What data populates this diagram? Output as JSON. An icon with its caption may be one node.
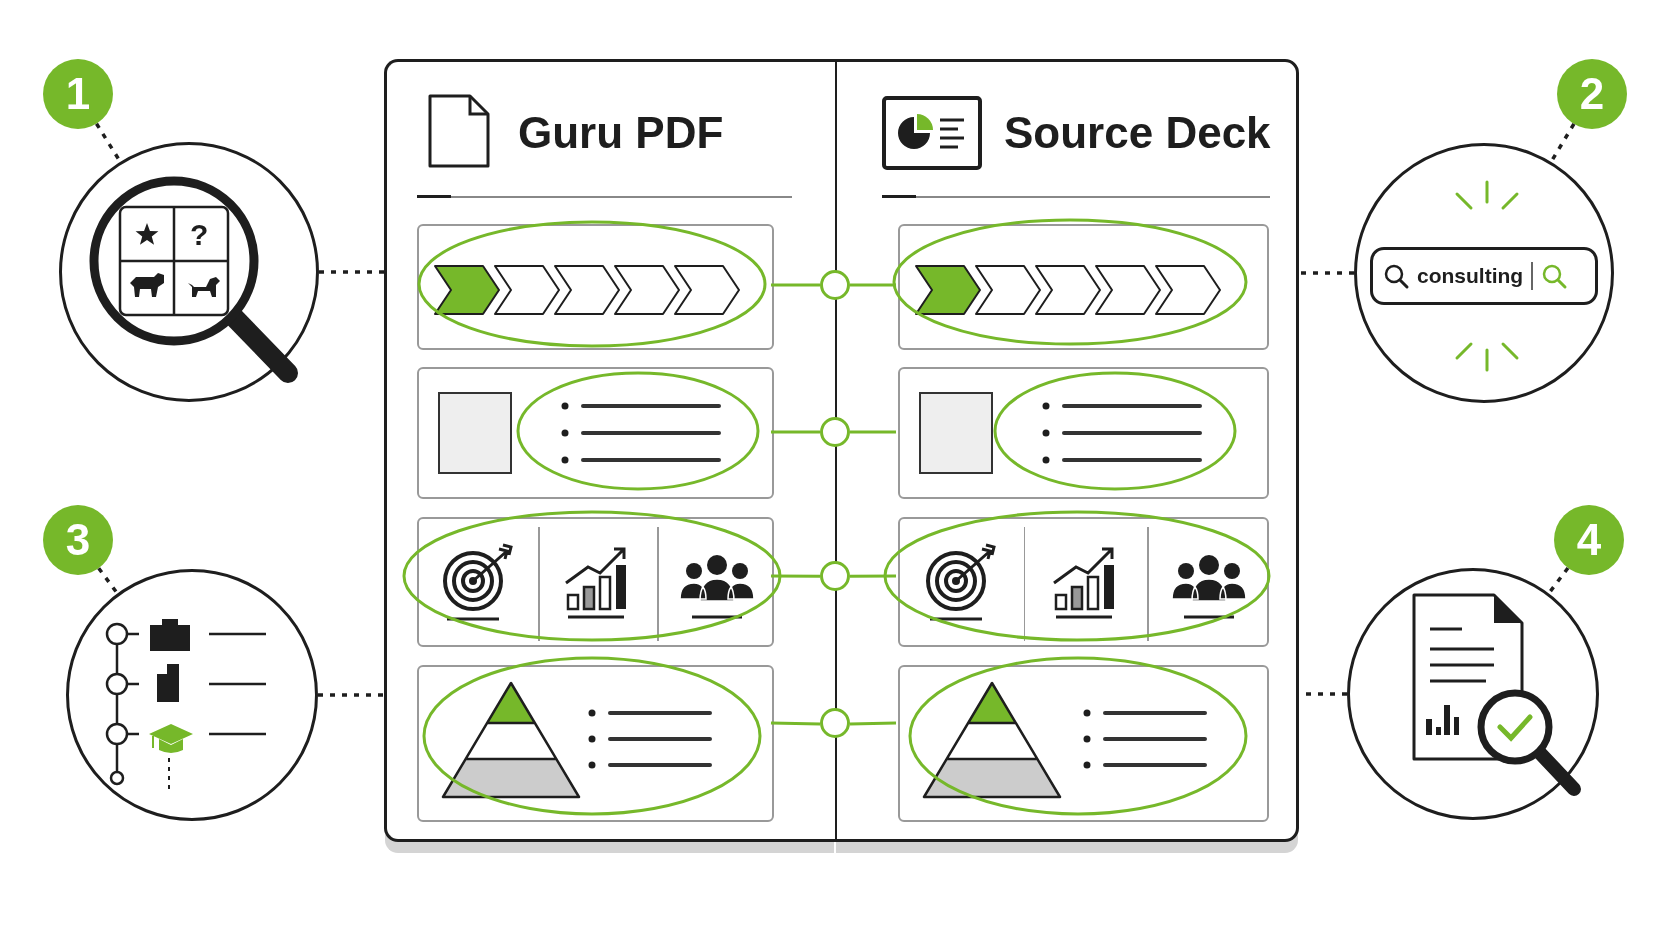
{
  "diagram": {
    "nodes": [
      {
        "text": [
          "Guru PDF"
        ]
      },
      {
        "text": [
          "Source Deck"
        ]
      },
      {
        "text": [],
        "shape": "box",
        "in": 0
      },
      {
        "text": [],
        "shape": "box",
        "in": 0
      },
      {
        "text": [],
        "shape": "box",
        "in": 0
      },
      {
        "text": [],
        "shape": "box",
        "in": 0
      },
      {
        "text": [],
        "shape": "box",
        "in": 1
      },
      {
        "text": [],
        "shape": "box",
        "in": 1
      },
      {
        "text": [],
        "shape": "box",
        "in": 1
      },
      {
        "text": [],
        "shape": "box",
        "in": 1
      },
      {
        "text": [],
        "shape": "circle"
      },
      {
        "text": [],
        "shape": "circle"
      },
      {
        "text": [],
        "shape": "circle"
      },
      {
        "text": [],
        "shape": "circle"
      },
      {
        "text": [
          "1"
        ]
      },
      {
        "text": [],
        "shape": "picture"
      },
      {
        "text": [
          "2"
        ]
      },
      {
        "text": [
          "consulting"
        ]
      },
      {
        "text": [
          "3"
        ]
      },
      {
        "text": [],
        "shape": "picture"
      },
      {
        "text": [
          "4"
        ]
      },
      {
        "text": [],
        "shape": "picture"
      }
    ],
    "edges": [
      {
        "from": 2,
        "to": 10,
        "arrow": "none",
        "color": "#76b82a"
      },
      {
        "from": 10,
        "to": 6,
        "arrow": "none",
        "color": "#76b82a"
      },
      {
        "from": 3,
        "to": 11,
        "arrow": "none",
        "color": "#76b82a"
      },
      {
        "from": 11,
        "to": 7,
        "arrow": "none",
        "color": "#76b82a"
      },
      {
        "from": 4,
        "to": 12,
        "arrow": "none",
        "color": "#76b82a"
      },
      {
        "from": 12,
        "to": 8,
        "arrow": "none",
        "color": "#76b82a"
      },
      {
        "from": 5,
        "to": 13,
        "arrow": "none",
        "color": "#76b82a"
      },
      {
        "from": 13,
        "to": 9,
        "arrow": "none",
        "color": "#76b82a"
      },
      {
        "from": 14,
        "to": 15,
        "arrow": "none",
        "style": "dashed",
        "color": "#1e1e1e"
      },
      {
        "from": 15,
        "to": 0,
        "arrow": "none",
        "style": "dashed",
        "color": "#1e1e1e"
      },
      {
        "from": 16,
        "to": 17,
        "arrow": "none",
        "style": "dashed",
        "color": "#1e1e1e"
      },
      {
        "from": 17,
        "to": 1,
        "arrow": "none",
        "style": "dashed",
        "color": "#1e1e1e"
      },
      {
        "from": 18,
        "to": 19,
        "arrow": "none",
        "style": "dashed",
        "color": "#1e1e1e"
      },
      {
        "from": 19,
        "to": 0,
        "arrow": "none",
        "style": "dashed",
        "color": "#1e1e1e"
      },
      {
        "from": 20,
        "to": 21,
        "arrow": "none",
        "style": "dashed",
        "color": "#1e1e1e"
      },
      {
        "from": 21,
        "to": 1,
        "arrow": "none",
        "style": "dashed",
        "color": "#1e1e1e"
      }
    ],
    "labels": [
      "?"
    ]
  }
}
